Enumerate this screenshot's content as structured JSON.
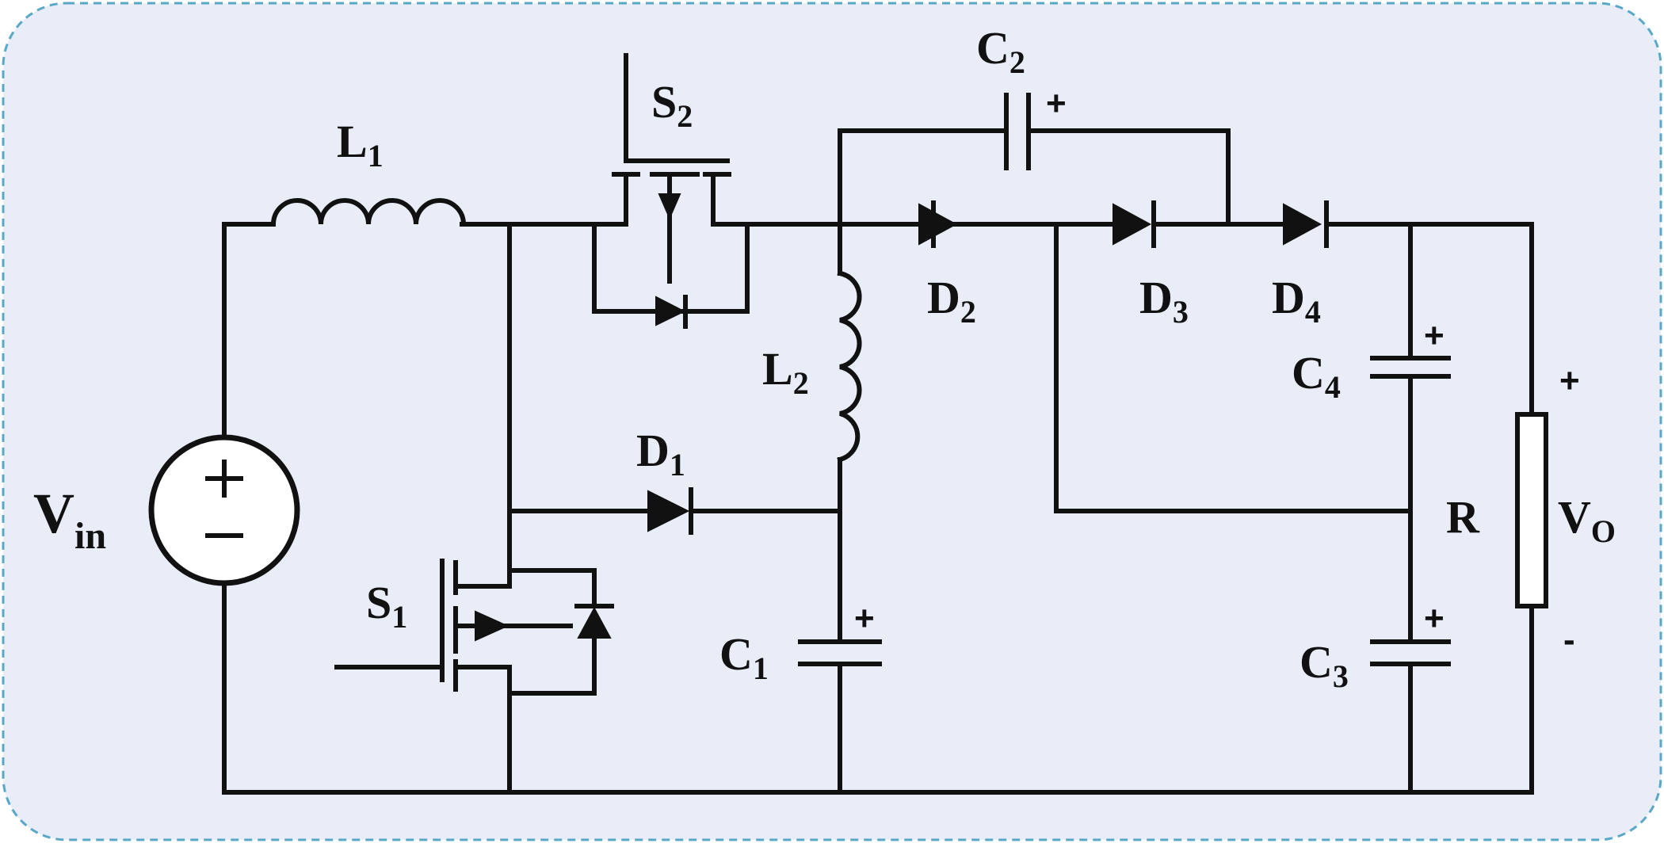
{
  "colors": {
    "background": "#e8edf8",
    "border": "#5aa8c8",
    "ink": "#111111"
  },
  "labels": {
    "L1": {
      "main": "L",
      "sub": "1"
    },
    "L2": {
      "main": "L",
      "sub": "2"
    },
    "S1": {
      "main": "S",
      "sub": "1"
    },
    "S2": {
      "main": "S",
      "sub": "2"
    },
    "C1": {
      "main": "C",
      "sub": "1"
    },
    "C2": {
      "main": "C",
      "sub": "2"
    },
    "C3": {
      "main": "C",
      "sub": "3"
    },
    "C4": {
      "main": "C",
      "sub": "4"
    },
    "D1": {
      "main": "D",
      "sub": "1"
    },
    "D2": {
      "main": "D",
      "sub": "2"
    },
    "D3": {
      "main": "D",
      "sub": "3"
    },
    "D4": {
      "main": "D",
      "sub": "4"
    },
    "Vin": {
      "main": "V",
      "sub": "in"
    },
    "Vo": {
      "main": "V",
      "sub": "O"
    },
    "R": {
      "main": "R"
    }
  },
  "signs": {
    "plus": "+",
    "minus": "-"
  }
}
